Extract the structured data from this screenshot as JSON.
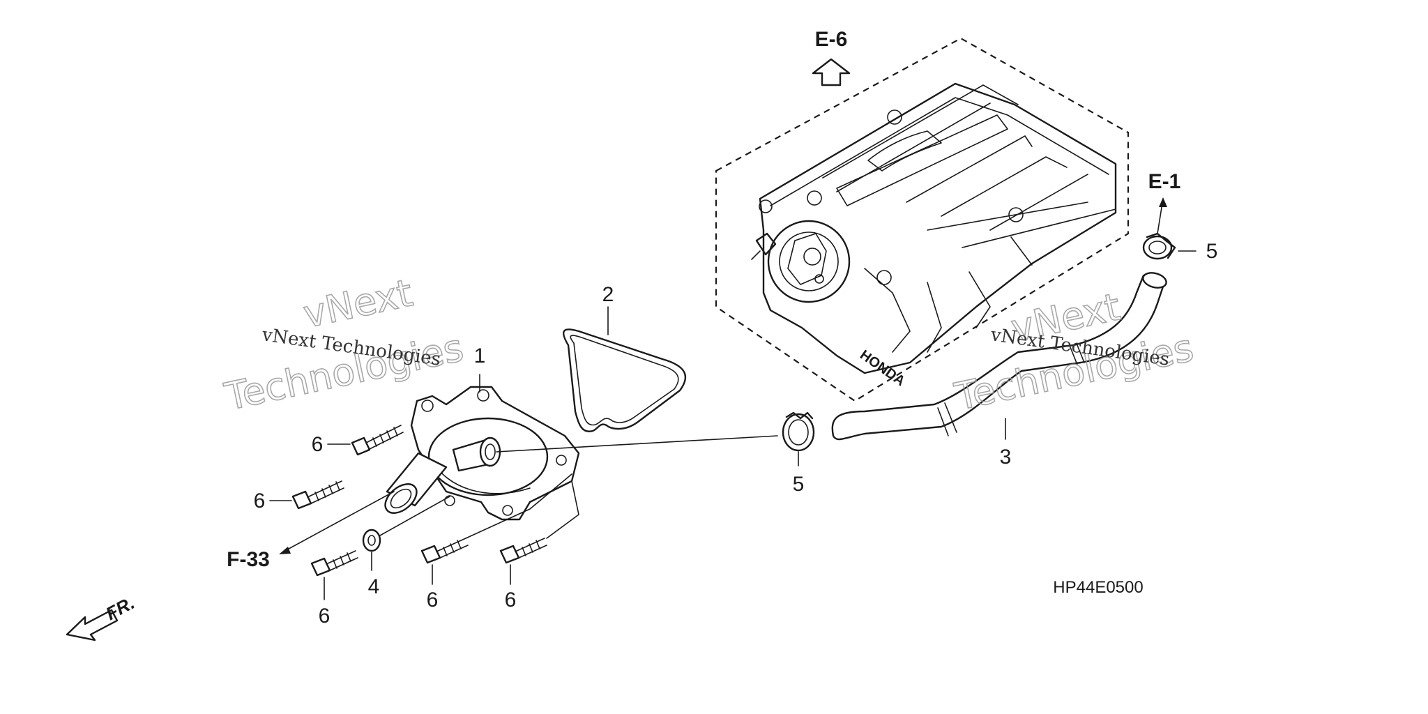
{
  "diagram": {
    "code": "HP44E0500",
    "part_callouts": {
      "part_1": "1",
      "part_2": "2",
      "part_3": "3",
      "part_4": "4",
      "part_5_left": "5",
      "part_5_right": "5",
      "part_6_a": "6",
      "part_6_b": "6",
      "part_6_c": "6",
      "part_6_d": "6",
      "part_6_e": "6"
    },
    "section_refs": {
      "e6": "E-6",
      "e1": "E-1",
      "f33": "F-33"
    },
    "front_indicator": "FR.",
    "engine_brand": "HONDA"
  },
  "watermark": {
    "line_small": "vNext Technologies",
    "line_big_1": "vNext",
    "line_big_2": "Technologies"
  }
}
